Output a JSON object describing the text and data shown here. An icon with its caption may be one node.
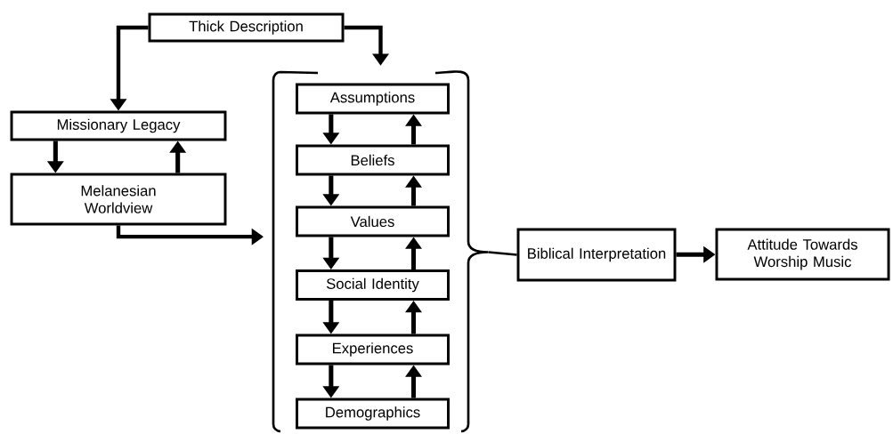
{
  "diagram": {
    "nodes": [
      {
        "text": [
          "Thick Description"
        ]
      },
      {
        "text": [
          "Missionary Legacy"
        ]
      },
      {
        "text": [
          "Melanesian Worldview"
        ]
      },
      {
        "text": [],
        "shape": "bracket"
      },
      {
        "text": [
          "Assumptions"
        ],
        "in": 3
      },
      {
        "text": [
          "Beliefs"
        ],
        "in": 3
      },
      {
        "text": [
          "Values"
        ],
        "in": 3
      },
      {
        "text": [
          "Social Identity"
        ],
        "in": 3
      },
      {
        "text": [
          "Experiences"
        ],
        "in": 3
      },
      {
        "text": [
          "Demographics"
        ],
        "in": 3
      },
      {
        "text": [
          "Biblical Interpretation"
        ]
      },
      {
        "text": [
          "Attitude Towards Worship Music"
        ]
      }
    ],
    "edges": [
      {
        "from": 0,
        "to": 1,
        "arrow": "to"
      },
      {
        "from": 0,
        "to": 3,
        "arrow": "to"
      },
      {
        "from": 1,
        "to": 2,
        "arrow": "to"
      },
      {
        "from": 2,
        "to": 1,
        "arrow": "to"
      },
      {
        "from": 2,
        "to": 3,
        "arrow": "to"
      },
      {
        "from": 4,
        "to": 5,
        "arrow": "to"
      },
      {
        "from": 5,
        "to": 4,
        "arrow": "to"
      },
      {
        "from": 5,
        "to": 6,
        "arrow": "to"
      },
      {
        "from": 6,
        "to": 5,
        "arrow": "to"
      },
      {
        "from": 6,
        "to": 7,
        "arrow": "to"
      },
      {
        "from": 7,
        "to": 6,
        "arrow": "to"
      },
      {
        "from": 7,
        "to": 8,
        "arrow": "to"
      },
      {
        "from": 8,
        "to": 7,
        "arrow": "to"
      },
      {
        "from": 8,
        "to": 9,
        "arrow": "to"
      },
      {
        "from": 9,
        "to": 8,
        "arrow": "to"
      },
      {
        "from": 3,
        "to": 10,
        "arrow": "none"
      },
      {
        "from": 10,
        "to": 11,
        "arrow": "to"
      }
    ]
  }
}
